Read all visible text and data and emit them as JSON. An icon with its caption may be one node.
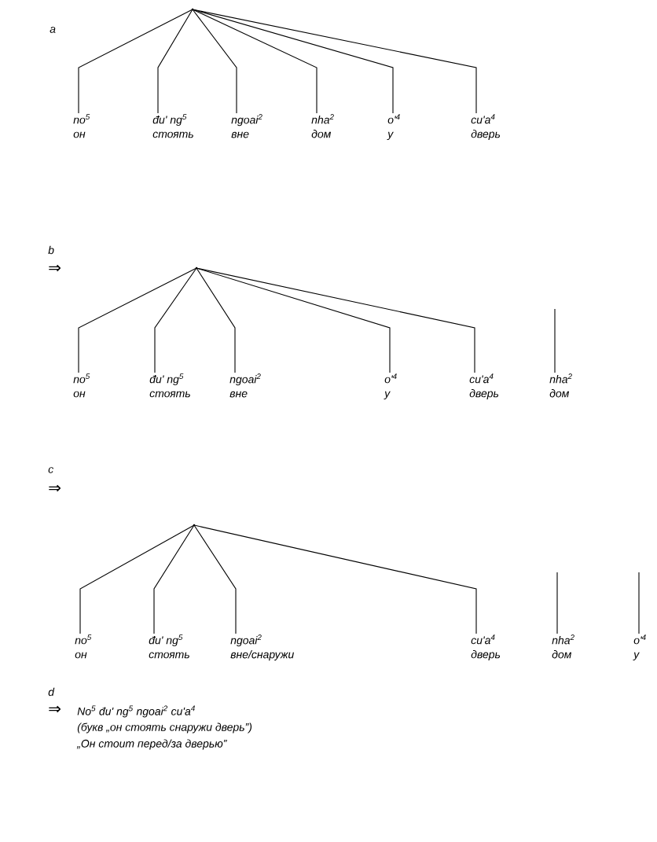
{
  "diagram": {
    "nodes": [
      {
        "text": [],
        "shape": "circle"
      },
      {
        "text": [
          "no$^{5}$",
          "он"
        ]
      },
      {
        "text": [
          "đu' ng$^{5}$",
          "стоять"
        ]
      },
      {
        "text": [
          "ngoai$^{2}$",
          "вне"
        ]
      },
      {
        "text": [
          "nha$^{2}$",
          "дом"
        ]
      },
      {
        "text": [
          "o'$^{4}$",
          "у"
        ]
      },
      {
        "text": [
          "cu'a$^{4}$",
          "дверь"
        ]
      },
      {
        "text": [],
        "shape": "circle"
      },
      {
        "text": [
          "no$^{5}$",
          "он"
        ]
      },
      {
        "text": [
          "đu' ng$^{5}$",
          "стоять"
        ]
      },
      {
        "text": [
          "ngoai$^{2}$",
          "вне"
        ]
      },
      {
        "text": [
          "o'$^{4}$",
          "у"
        ]
      },
      {
        "text": [
          "cu'a$^{4}$",
          "дверь"
        ]
      },
      {
        "text": [
          "nha$^{2}$",
          "дом"
        ]
      },
      {
        "text": [],
        "shape": "circle"
      },
      {
        "text": [
          "no$^{5}$",
          "он"
        ]
      },
      {
        "text": [
          "đu' ng$^{5}$",
          "стоять"
        ]
      },
      {
        "text": [
          "ngoai$^{2}$",
          "вне/снаружи"
        ]
      },
      {
        "text": [
          "cu'a$^{4}$",
          "дверь"
        ]
      },
      {
        "text": [
          "nha$^{2}$",
          "дом"
        ]
      },
      {
        "text": [
          "o'$^{4}$",
          "у"
        ]
      }
    ],
    "edges": [
      {
        "from": 0,
        "to": 1,
        "arrow": "none"
      },
      {
        "from": 0,
        "to": 2,
        "arrow": "none"
      },
      {
        "from": 0,
        "to": 3,
        "arrow": "none"
      },
      {
        "from": 0,
        "to": 4,
        "arrow": "none"
      },
      {
        "from": 0,
        "to": 5,
        "arrow": "none"
      },
      {
        "from": 0,
        "to": 6,
        "arrow": "none"
      },
      {
        "from": 7,
        "to": 8,
        "arrow": "none"
      },
      {
        "from": 7,
        "to": 9,
        "arrow": "none"
      },
      {
        "from": 7,
        "to": 10,
        "arrow": "none"
      },
      {
        "from": 7,
        "to": 11,
        "arrow": "none"
      },
      {
        "from": 7,
        "to": 12,
        "arrow": "none"
      },
      {
        "from": null,
        "to": 13,
        "arrow": "none"
      },
      {
        "from": 14,
        "to": 15,
        "arrow": "none"
      },
      {
        "from": 14,
        "to": 16,
        "arrow": "none"
      },
      {
        "from": 14,
        "to": 17,
        "arrow": "none"
      },
      {
        "from": 14,
        "to": 18,
        "arrow": "none"
      },
      {
        "from": null,
        "to": 19,
        "arrow": "none"
      },
      {
        "from": null,
        "to": 20,
        "arrow": "none"
      }
    ],
    "labels": [
      "a",
      "b",
      "⇒",
      "c",
      "⇒",
      "d",
      "⇒",
      "No$^{5}$ đu' ng$^{5}$ ngoai$^{2}$ cu'a$^{4}$",
      "(букв „он стоять снаружи дверь”)",
      "„Он стоит перед/за дверью”"
    ]
  }
}
